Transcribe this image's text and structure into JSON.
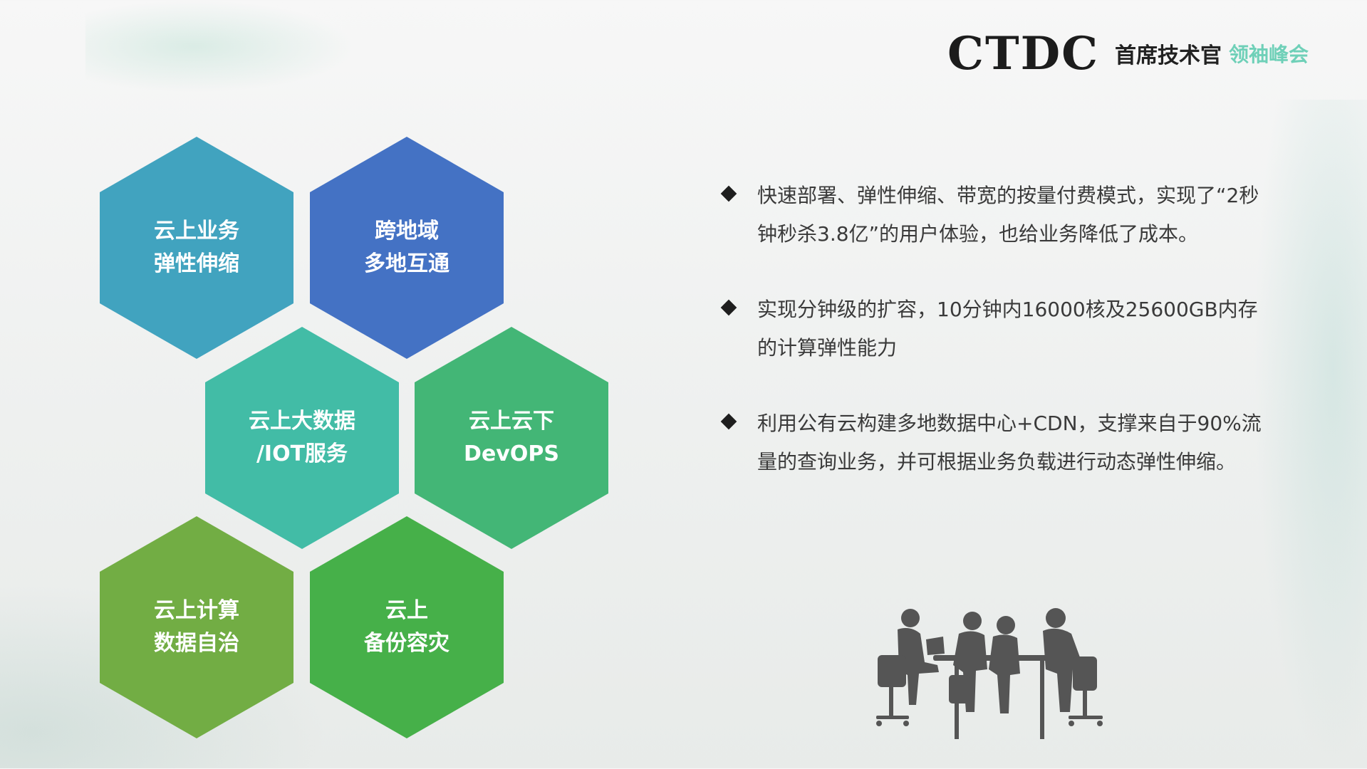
{
  "logo": {
    "main": "CTDC",
    "sub": "首席技术官",
    "sub2": "领袖峰会"
  },
  "hexagons": [
    {
      "lines": [
        "云上业务",
        "弹性伸缩"
      ],
      "color": "#41a3bf"
    },
    {
      "lines": [
        "跨地域",
        "多地互通"
      ],
      "color": "#4472c4"
    },
    {
      "lines": [
        "云上大数据",
        "/IOT服务"
      ],
      "color": "#42bca6"
    },
    {
      "lines": [
        "云上云下",
        "DevOPS"
      ],
      "color": "#43b676"
    },
    {
      "lines": [
        "云上计算",
        "数据自治"
      ],
      "color": "#72ad44"
    },
    {
      "lines": [
        "云上",
        "备份容灾"
      ],
      "color": "#46b049"
    }
  ],
  "bullets": [
    {
      "text": "快速部署、弹性伸缩、带宽的按量付费模式，实现了“2秒钟秒杀3.8亿”的用户体验，也给业务降低了成本。"
    },
    {
      "text": "实现分钟级的扩容，10分钟内16000核及25600GB内存的计算弹性能力"
    },
    {
      "text": "利用公有云构建多地数据中心+CDN，支撑来自于90%流量的查询业务，并可根据业务负载进行动态弹性伸缩。"
    }
  ]
}
